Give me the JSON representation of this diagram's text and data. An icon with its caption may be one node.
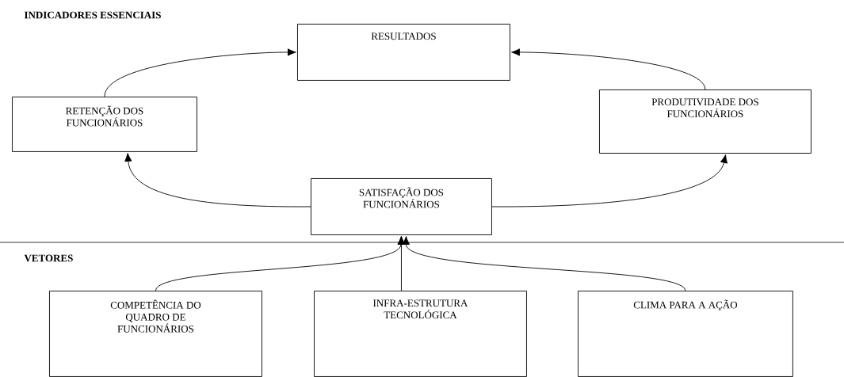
{
  "diagram": {
    "title": "INDICADORES ESSENCIAIS",
    "nodes": [
      {
        "text": [
          "RESULTADOS"
        ]
      },
      {
        "text": [
          "RETENÇÃO DOS FUNCIONÁRIOS"
        ]
      },
      {
        "text": [
          "PRODUTIVIDADE DOS FUNCIONÁRIOS"
        ]
      },
      {
        "text": [
          "SATISFAÇÃO DOS FUNCIONÁRIOS"
        ]
      },
      {
        "text": [
          "COMPETÊNCIA DO QUADRO DE FUNCIONÁRIOS"
        ]
      },
      {
        "text": [
          "INFRA-ESTRUTURA TECNOLÓGICA"
        ]
      },
      {
        "text": [
          "CLIMA PARA A AÇÃO"
        ]
      }
    ],
    "edges": [
      {
        "from": 1,
        "to": 0,
        "arrow": "to"
      },
      {
        "from": 2,
        "to": 0,
        "arrow": "to"
      },
      {
        "from": 3,
        "to": 1,
        "arrow": "to"
      },
      {
        "from": 3,
        "to": 2,
        "arrow": "to"
      },
      {
        "from": 4,
        "to": 3,
        "arrow": "to"
      },
      {
        "from": 5,
        "to": 3,
        "arrow": "to"
      },
      {
        "from": 6,
        "to": 3,
        "arrow": "to"
      }
    ],
    "labels": [
      "VETORES"
    ]
  }
}
